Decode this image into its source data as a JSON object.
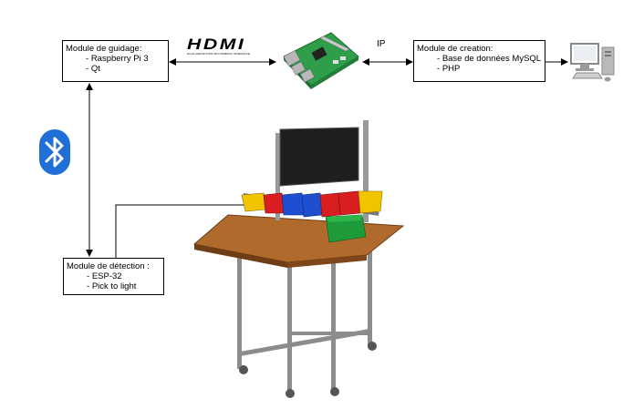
{
  "modules": {
    "guidage": {
      "title": "Module de guidage:",
      "items": [
        "Raspberry Pi 3",
        "Qt"
      ]
    },
    "creation": {
      "title": "Module de creation:",
      "items": [
        "Base de données MySQL",
        "PHP"
      ]
    },
    "detection": {
      "title": "Module de détection :",
      "items": [
        "ESP-32",
        "Pick to light"
      ]
    }
  },
  "links": {
    "hdmi_logo": "HDMI",
    "hdmi_tagline": "HIGH-DEFINITION MULTIMEDIA INTERFACE",
    "ip_label": "IP"
  },
  "icons": [
    "raspberry-pi-board-icon",
    "desktop-computer-icon",
    "bluetooth-icon",
    "pick-to-light-workstation-image"
  ],
  "colors": {
    "bluetooth": "#1f6fd6",
    "board": "#2f9e4a",
    "bin_yellow": "#f2c400",
    "bin_red": "#d81e1e",
    "bin_blue": "#1e4fd0",
    "bin_green": "#1f9a3a",
    "table_top": "#b06a2c"
  }
}
